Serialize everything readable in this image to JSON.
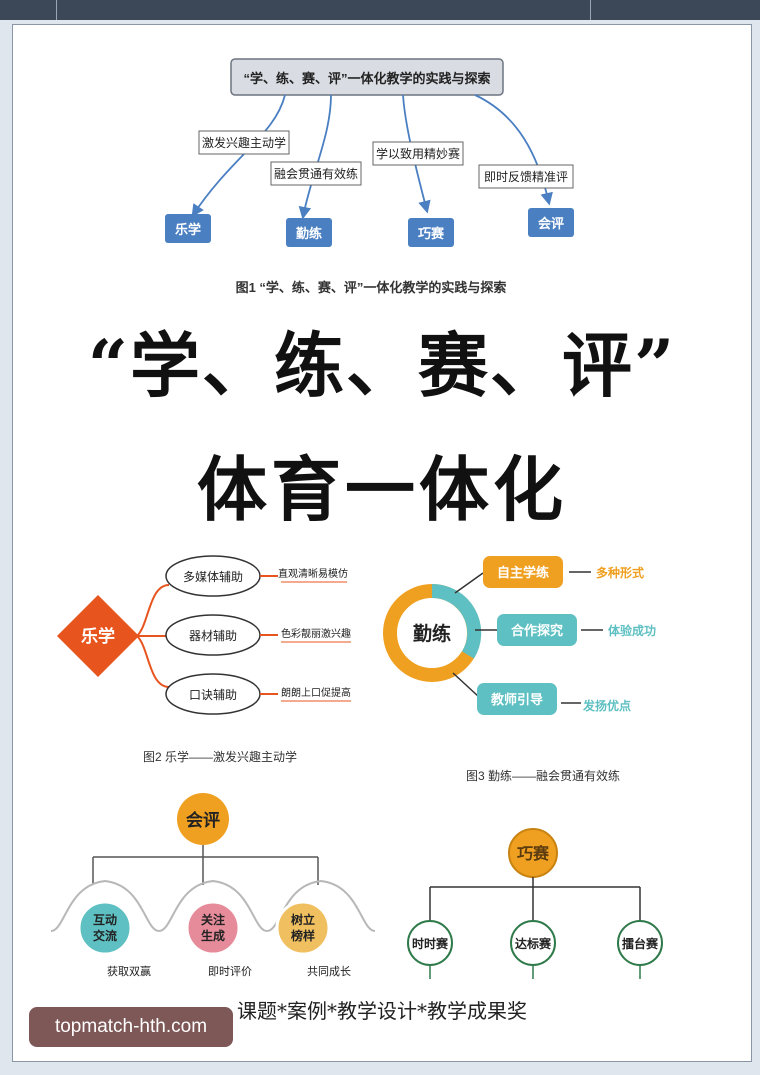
{
  "fig1": {
    "root": "“学、练、赛、评”一体化教学的实践与探索",
    "branches": [
      {
        "phrase": "激发兴趣主动学",
        "target": "乐学"
      },
      {
        "phrase": "融会贯通有效练",
        "target": "勤练"
      },
      {
        "phrase": "学以致用精妙赛",
        "target": "巧赛"
      },
      {
        "phrase": "即时反馈精准评",
        "target": "会评"
      }
    ],
    "caption": "图1  “学、练、赛、评”一体化教学的实践与探索"
  },
  "headline": {
    "line1": "“学、练、赛、评”",
    "line2": "体育一体化"
  },
  "fig2": {
    "center": "乐学",
    "items": [
      {
        "label": "多媒体辅助",
        "desc": "直观清晰易模仿"
      },
      {
        "label": "器材辅助",
        "desc": "色彩靓丽激兴趣"
      },
      {
        "label": "口诀辅助",
        "desc": "朗朗上口促提高"
      }
    ],
    "caption": "图2  乐学——激发兴趣主动学"
  },
  "fig3": {
    "center": "勤练",
    "items": [
      {
        "label": "自主学练",
        "desc": "多种形式"
      },
      {
        "label": "合作探究",
        "desc": "体验成功"
      },
      {
        "label": "教师引导",
        "desc": "发扬优点"
      }
    ],
    "caption": "图3  勤练——融会贯通有效练"
  },
  "fig4": {
    "center": "会评",
    "items": [
      {
        "label": "互动交流",
        "line1": "互动",
        "line2": "交流",
        "desc": "获取双赢"
      },
      {
        "label": "关注生成",
        "line1": "关注",
        "line2": "生成",
        "desc": "即时评价"
      },
      {
        "label": "树立榜样",
        "line1": "树立",
        "line2": "榜样",
        "desc": "共同成长"
      }
    ]
  },
  "fig5": {
    "center": "巧赛",
    "items": [
      "时时赛",
      "达标赛",
      "擂台赛"
    ]
  },
  "footer": "课题*案例*教学设计*教学成果奖",
  "watermark": "topmatch-hth.com",
  "colors": {
    "blue": "#4a7fc2",
    "orange": "#f0a020",
    "teal": "#5ec0c2",
    "red_orange": "#e8541e",
    "pink": "#e58b9a",
    "green": "#2f7a4a"
  }
}
